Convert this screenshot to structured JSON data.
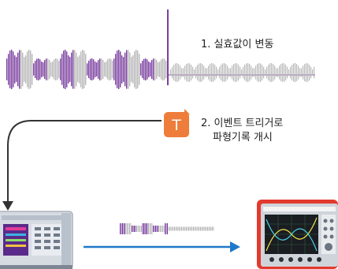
{
  "annotations": {
    "step1": "1. 실효값이 변동",
    "step2_line1": "2. 이벤트 트리거로",
    "step2_line2": "파형기록 개시"
  },
  "trigger_badge": {
    "letter": "T",
    "color": "#ee7d3b"
  },
  "colors": {
    "waveform_primary": "#7b3fa0",
    "waveform_secondary": "#b9b9b9",
    "flow_arrow": "#1f78c8",
    "connector": "#333333"
  }
}
